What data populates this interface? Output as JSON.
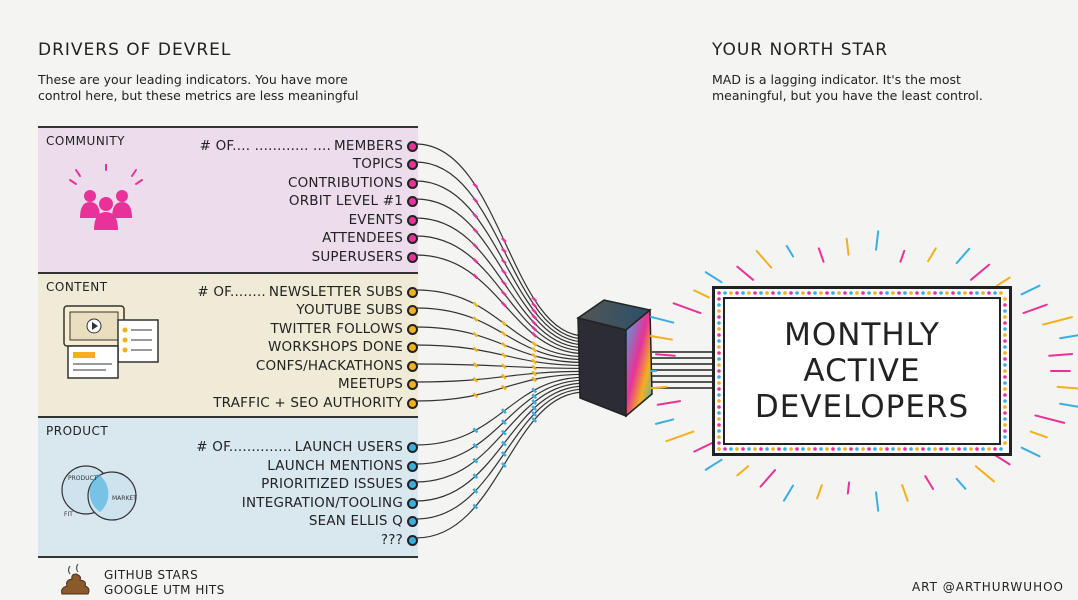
{
  "left_heading": {
    "title": "DRIVERS OF DEVREL",
    "subtitle_line1": "These are your leading indicators. You have more",
    "subtitle_line2": "control here, but these metrics are less meaningful"
  },
  "right_heading": {
    "title": "YOUR NORTH STAR",
    "subtitle_line1": "MAD is a lagging indicator. It's the most",
    "subtitle_line2": "meaningful, but you have the least control."
  },
  "panels": [
    {
      "label": "COMMUNITY",
      "color": "#ecdcec",
      "dot_color": "#e8329a",
      "prefix": "# OF.... ............ ....",
      "items": [
        "MEMBERS",
        "TOPICS",
        "CONTRIBUTIONS",
        "ORBIT LEVEL #1",
        "EVENTS",
        "ATTENDEES",
        "SUPERUSERS"
      ]
    },
    {
      "label": "CONTENT",
      "color": "#efebd6",
      "dot_color": "#f2b01c",
      "prefix": "# OF........",
      "items": [
        "NEWSLETTER SUBS",
        "YOUTUBE SUBS",
        "TWITTER FOLLOWS",
        "WORKSHOPS DONE",
        "CONFS/HACKATHONS",
        "MEETUPS",
        "TRAFFIC + SEO AUTHORITY"
      ]
    },
    {
      "label": "PRODUCT",
      "color": "#d9e7ef",
      "dot_color": "#3aaee0",
      "prefix": "# OF..............",
      "items": [
        "LAUNCH USERS",
        "LAUNCH MENTIONS",
        "PRIORITIZED ISSUES",
        "INTEGRATION/TOOLING",
        "SEAN ELLIS Q",
        "???"
      ]
    }
  ],
  "venn": {
    "left": "PRODUCT",
    "right": "MARKET",
    "overlap": "FIT"
  },
  "north_star": {
    "line1": "MONTHLY",
    "line2": "ACTIVE",
    "line3": "DEVELOPERS"
  },
  "footer": {
    "line1": "GITHUB STARS",
    "line2": "GOOGLE UTM HITS"
  },
  "credit": "ART @ARTHURWUHOO",
  "icons": {
    "community": "people-group-icon",
    "content": "video-screen-icon",
    "product": "venn-diagram-icon",
    "footer": "poop-icon",
    "hub": "mixer-cube-icon"
  }
}
